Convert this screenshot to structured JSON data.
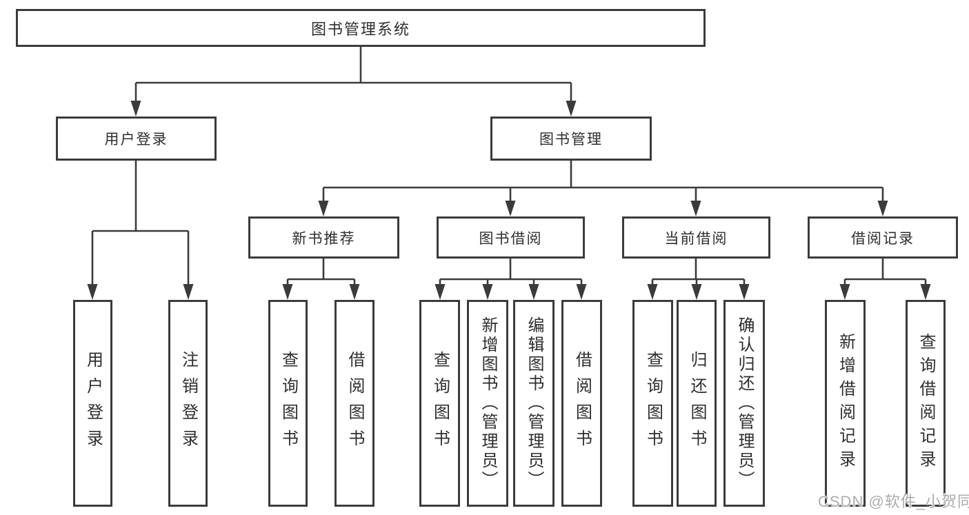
{
  "diagram": {
    "root": {
      "label": "图书管理系统"
    },
    "branches": [
      {
        "label": "用户登录",
        "children": [
          {
            "label": "用户登录"
          },
          {
            "label": "注销登录"
          }
        ]
      },
      {
        "label": "图书管理",
        "groups": [
          {
            "label": "新书推荐",
            "children": [
              {
                "label": "查询图书"
              },
              {
                "label": "借阅图书"
              }
            ]
          },
          {
            "label": "图书借阅",
            "children": [
              {
                "label": "查询图书"
              },
              {
                "label": "新增图书（管理员）"
              },
              {
                "label": "编辑图书（管理员）"
              },
              {
                "label": "借阅图书"
              }
            ]
          },
          {
            "label": "当前借阅",
            "children": [
              {
                "label": "查询图书"
              },
              {
                "label": "归还图书"
              },
              {
                "label": "确认归还（管理员）"
              }
            ]
          },
          {
            "label": "借阅记录",
            "children": [
              {
                "label": "新增借阅记录"
              },
              {
                "label": "查询借阅记录"
              }
            ]
          }
        ]
      }
    ]
  },
  "watermark": {
    "text": "CSDN @软件_小贺同学"
  },
  "colors": {
    "line": "#3b3b3b",
    "box_border": "#3b3b3b",
    "text": "#2e2e2e",
    "background": "#ffffff",
    "watermark": "#a8a8a8"
  }
}
